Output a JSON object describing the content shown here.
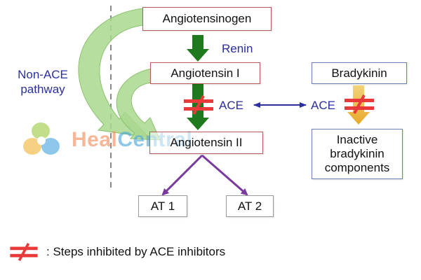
{
  "nodes": {
    "angiotensinogen": "Angiotensinogen",
    "angiotensin1": "Angiotensin I",
    "angiotensin2": "Angiotensin II",
    "bradykinin": "Bradykinin",
    "inactive_bradykinin": [
      "Inactive",
      "bradykinin",
      "components"
    ],
    "at1": "AT 1",
    "at2": "AT 2"
  },
  "labels": {
    "renin": "Renin",
    "ace_left": "ACE",
    "ace_right": "ACE",
    "non_ace_pathway": [
      "Non-ACE",
      "pathway"
    ]
  },
  "legend": {
    "text": ": Steps inhibited by ACE inhibitors"
  },
  "watermark": {
    "text_part1": "Heal",
    "text_part2": "Central"
  },
  "colors": {
    "box_border": "#b85a5a",
    "box_border_blue": "#6b7fb8",
    "label_blue": "#2b2f9e",
    "arrow_green": "#1f7a1f",
    "arrow_purple": "#7a3a9e",
    "arrow_yellow": "#e8b83a",
    "curve_green": "#a9d88e",
    "inhibit_red": "#e83a3a",
    "double_arrow_blue": "#2b2f9e",
    "dashed_line": "#8a8a8a"
  },
  "icons": [
    "inhibit-icon",
    "leaf-logo-icon"
  ]
}
